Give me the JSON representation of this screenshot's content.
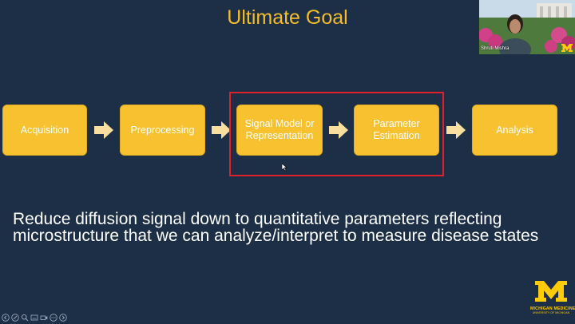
{
  "slide": {
    "title": "Ultimate Goal",
    "steps": [
      {
        "label": "Acquisition"
      },
      {
        "label": "Preprocessing"
      },
      {
        "label": "Signal Model or\nRepresentation"
      },
      {
        "label": "Parameter\nEstimation"
      },
      {
        "label": "Analysis"
      }
    ],
    "body_text": "Reduce diffusion signal down to quantitative parameters reflecting microstructure that we can analyze/interpret to measure disease states"
  },
  "webcam": {
    "participant_name": "Shruti Mishra"
  },
  "logo": {
    "wordmark": "MICHIGAN MEDICINE",
    "subtext": "UNIVERSITY OF MICHIGAN"
  },
  "colors": {
    "background": "#1c2f46",
    "accent": "#f5bd2a",
    "box_fill": "#f7c130",
    "highlight_border": "#e0202a"
  },
  "toolbar": {
    "icons": [
      "arrow-left-icon",
      "pen-icon",
      "zoom-icon",
      "subtitles-icon",
      "camera-icon",
      "more-icon",
      "arrow-right-icon"
    ]
  }
}
